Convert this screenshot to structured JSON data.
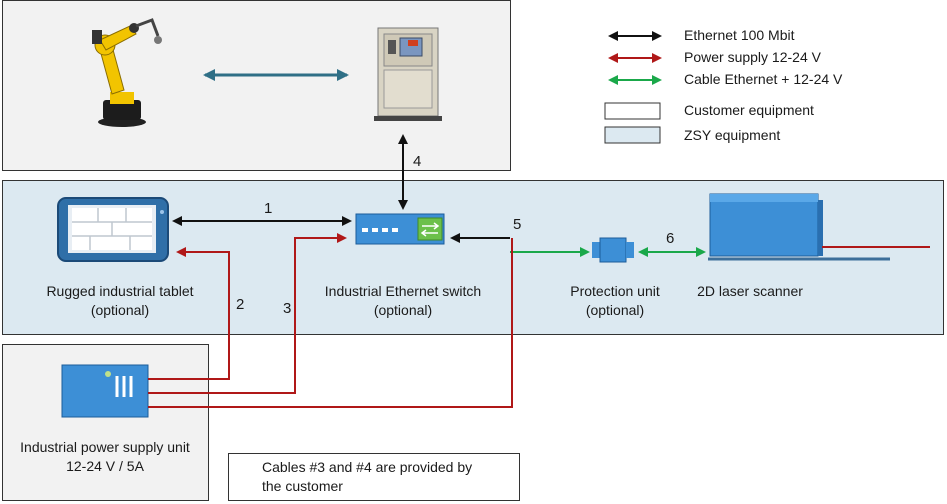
{
  "legend": {
    "ethernet": "Ethernet 100 Mbit",
    "power": "Power supply 12-24 V",
    "cable_both": "Cable Ethernet + 12-24 V",
    "customer": "Customer equipment",
    "zsy": "ZSY equipment"
  },
  "devices": {
    "tablet": [
      "Rugged industrial tablet",
      "(optional)"
    ],
    "switch": [
      "Industrial Ethernet switch",
      "(optional)"
    ],
    "protection": [
      "Protection unit",
      "(optional)"
    ],
    "scanner": "2D laser scanner",
    "psu": [
      "Industrial power supply unit",
      "12-24 V / 5A"
    ]
  },
  "cable_numbers": [
    "1",
    "2",
    "3",
    "4",
    "5",
    "6"
  ],
  "note": [
    "Cables #3 and #4 are provided by",
    "the customer"
  ],
  "colors": {
    "ethernet": "#111111",
    "power": "#b01818",
    "cable_both": "#1aa84a",
    "zsy_fill": "#dce9f1",
    "customer_fill": "#f2f2f2",
    "device_blue": "#3d8fd6",
    "robot_arrow": "#2f6f86"
  }
}
